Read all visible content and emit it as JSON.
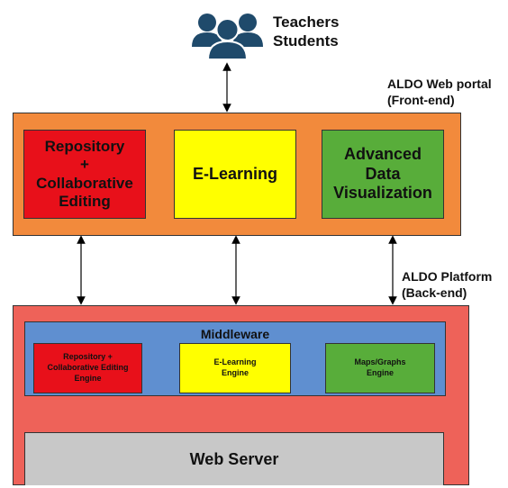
{
  "users": {
    "line1": "Teachers",
    "line2": "Students"
  },
  "frontend": {
    "label_line1": "ALDO Web portal",
    "label_line2": "(Front-end)",
    "modules": [
      {
        "lines": [
          "Repository",
          "+",
          "Collaborative",
          "Editing"
        ],
        "color": "#e8101a"
      },
      {
        "lines": [
          "E-Learning"
        ],
        "color": "#ffff00"
      },
      {
        "lines": [
          "Advanced",
          "Data",
          "Visualization"
        ],
        "color": "#58ad3a"
      }
    ],
    "container_color": "#f28a3c"
  },
  "backend": {
    "label_line1": "ALDO Platform",
    "label_line2": "(Back-end)",
    "container_color": "#ee6259",
    "middleware": {
      "title": "Middleware",
      "color": "#5f8fd0",
      "engines": [
        {
          "lines": [
            "Repository +",
            "Collaborative Editing",
            "Engine"
          ],
          "color": "#e8101a"
        },
        {
          "lines": [
            "E-Learning",
            "Engine"
          ],
          "color": "#ffff00"
        },
        {
          "lines": [
            "Maps/Graphs",
            "Engine"
          ],
          "color": "#58ad3a"
        }
      ]
    },
    "web_server": {
      "label": "Web Server",
      "color": "#c8c8c8"
    }
  }
}
